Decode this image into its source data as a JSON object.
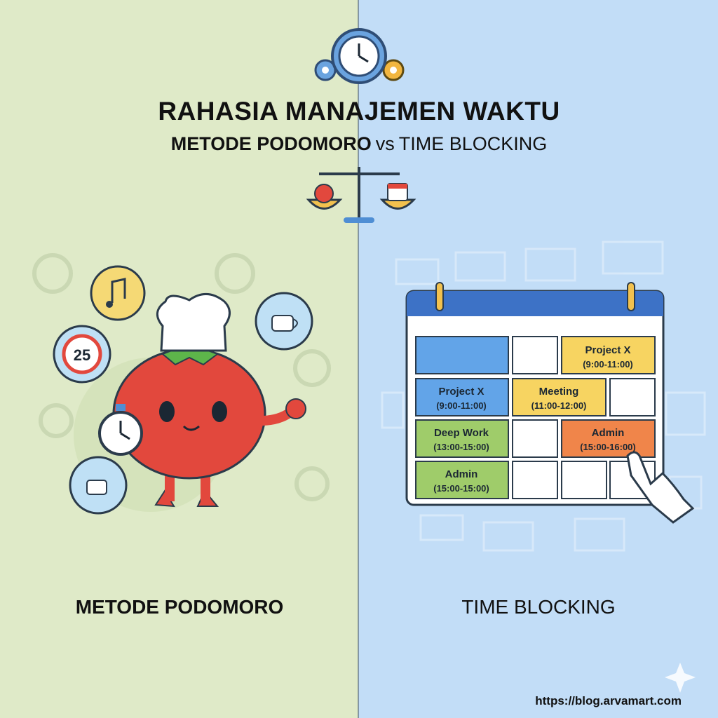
{
  "header": {
    "title": "RAHASIA MANAJEMEN WAKTU",
    "subtitle_left": "METODE PODOMORO",
    "subtitle_vs": "vs",
    "subtitle_right": "TIME BLOCKING"
  },
  "left": {
    "label": "METODE PODOMORO",
    "timer_badge": "25"
  },
  "right": {
    "label": "TIME BLOCKING",
    "blocks": [
      {
        "title": "Project X",
        "time": "(9:00-11:00)"
      },
      {
        "title": "Project X",
        "time": "(9:00-11:00)"
      },
      {
        "title": "Meeting",
        "time": "(11:00-12:00)"
      },
      {
        "title": "Deep Work",
        "time": "(13:00-15:00)"
      },
      {
        "title": "Admin",
        "time": "(15:00-16:00)"
      },
      {
        "title": "Admin",
        "time": "(15:00-15:00)"
      }
    ]
  },
  "footer": {
    "url": "https://blog.arvamart.com"
  },
  "colors": {
    "left_bg": "#dfeac8",
    "right_bg": "#c2ddf7",
    "tomato": "#e2483d",
    "block_blue": "#62a4e8",
    "block_yellow": "#f7d461",
    "block_green": "#9fcc6a",
    "block_orange": "#f0854a"
  }
}
